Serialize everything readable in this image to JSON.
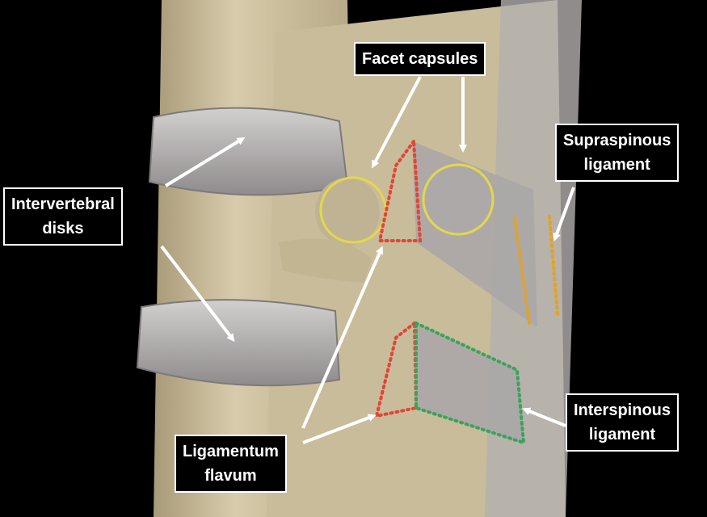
{
  "image": {
    "labels": {
      "facet_capsules": "Facet capsules",
      "supraspinous_line1": "Supraspinous",
      "supraspinous_line2": "ligament",
      "intervertebral_line1": "Intervertebral",
      "intervertebral_line2": "disks",
      "interspinous_line1": "Interspinous",
      "interspinous_line2": "ligament",
      "ligamentum_line1": "Ligamentum",
      "ligamentum_line2": "flavum"
    },
    "colors": {
      "background": "#000000",
      "bone": "#d4c7a8",
      "disk": "#b9b5b4",
      "ligament_overlay": "#a9a6a8",
      "facet_circle": "#e3d84a",
      "ligamentum_dots": "#e0453a",
      "interspinous_dots": "#3aa35b",
      "supraspinous_dots": "#e5a21e",
      "arrow": "#ffffff",
      "label_text": "#ffffff",
      "label_border": "#ffffff"
    }
  }
}
